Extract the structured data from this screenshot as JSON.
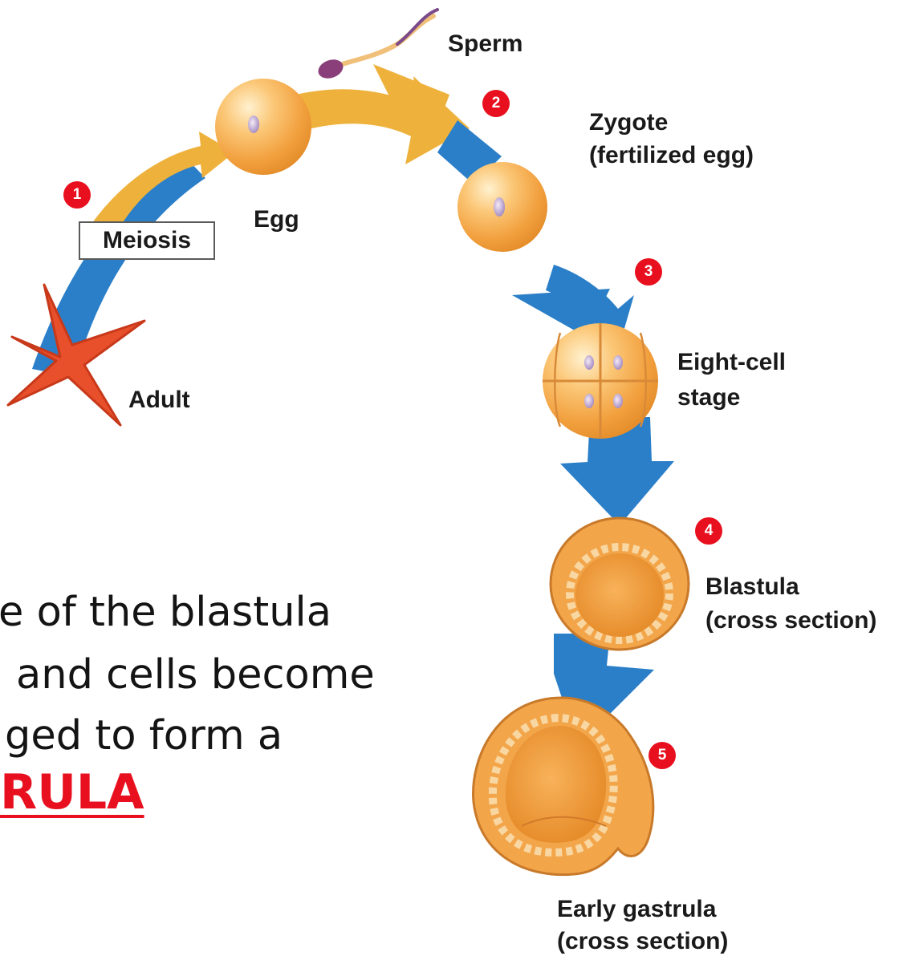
{
  "labels": {
    "sperm": "Sperm",
    "egg": "Egg",
    "zygote_line1": "Zygote",
    "zygote_line2": "(fertilized egg)",
    "meiosis": "Meiosis",
    "adult": "Adult",
    "eight_cell_line1": "Eight-cell",
    "eight_cell_line2": "stage",
    "blastula_line1": "Blastula",
    "blastula_line2": "(cross section)",
    "gastrula_line1": "Early gastrula",
    "gastrula_line2": "(cross section)"
  },
  "steps": [
    "1",
    "2",
    "3",
    "4",
    "5"
  ],
  "caption": {
    "line1": "e of the blastula",
    "line2": " and cells become",
    "line3": "ged to form a",
    "keyword": "RULA"
  },
  "colors": {
    "arrow_blue": "#2b7fc8",
    "arrow_gold": "#eeb23c",
    "cell_orange": "#f4a94a",
    "badge_red": "#e8101e",
    "starfish": "#e8502c",
    "keyword_red": "#e8101e"
  }
}
